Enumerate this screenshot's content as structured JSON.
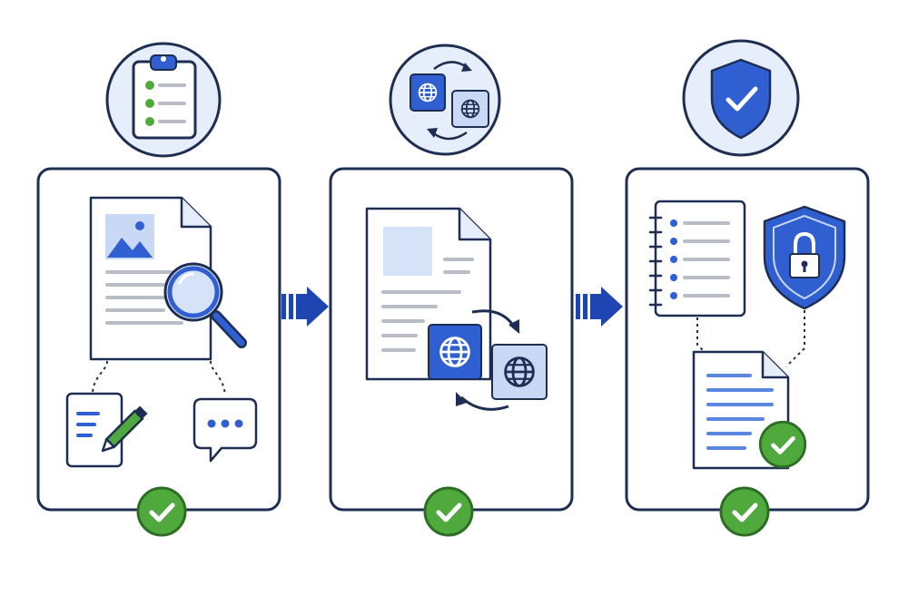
{
  "colors": {
    "outline": "#1e2d52",
    "blue": "#2f5fd0",
    "blue_dark": "#1f45b3",
    "light_blue": "#c9d8f5",
    "pale_blue": "#e6eefc",
    "gray_line": "#b9bdc6",
    "green": "#4fa93d",
    "green_border": "#2d6e24",
    "white": "#ffffff"
  },
  "stages": [
    {
      "top_icon": "clipboard-checklist-icon",
      "panel_icons": [
        "document-with-image-icon",
        "magnifying-glass-icon",
        "edit-note-icon",
        "chat-bubble-icon"
      ],
      "status": "complete"
    },
    {
      "top_icon": "language-swap-icon",
      "panel_icons": [
        "document-icon",
        "globe-icon",
        "globe-icon",
        "swap-arrows-icon"
      ],
      "status": "complete"
    },
    {
      "top_icon": "shield-check-icon",
      "panel_icons": [
        "notebook-list-icon",
        "shield-lock-icon",
        "approved-document-icon"
      ],
      "status": "complete"
    }
  ],
  "connectors": [
    "arrow-right-icon",
    "arrow-right-icon"
  ]
}
